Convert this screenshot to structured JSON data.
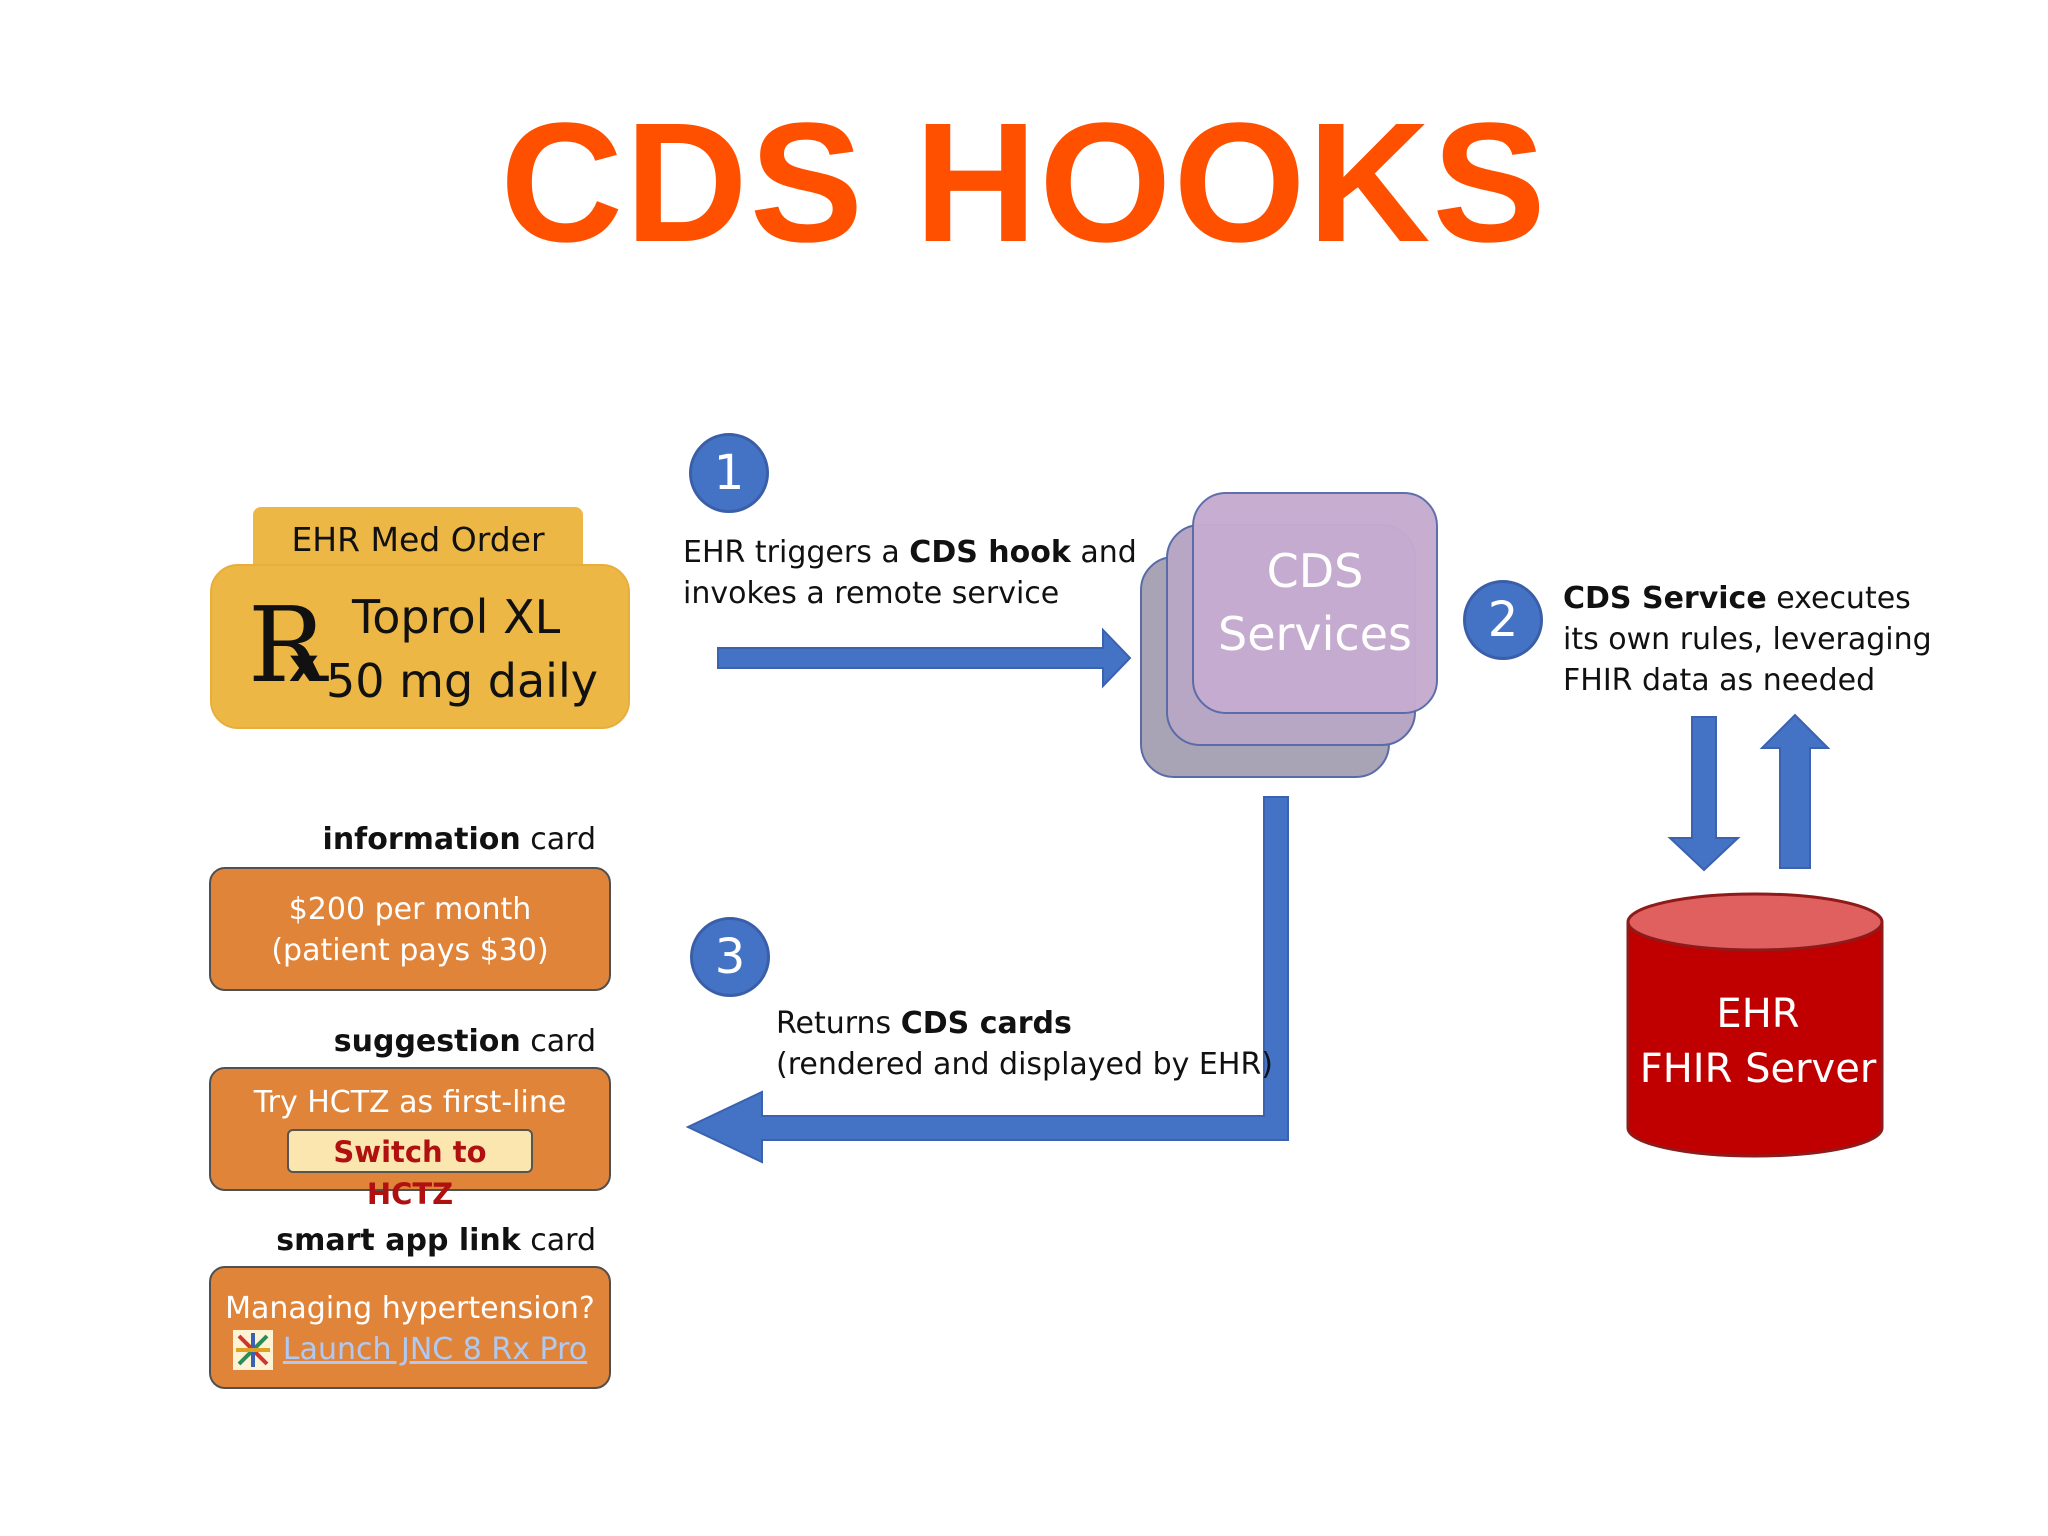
{
  "title": {
    "text": "CDS HOOKS",
    "color": "#FF5000"
  },
  "med_order": {
    "tab_label": "EHR Med Order",
    "rx_symbol": "R",
    "rx_suffix": "x",
    "drug_name": "Toprol XL",
    "drug_dose": "50 mg daily"
  },
  "steps": [
    {
      "number": "1",
      "text_a": "EHR triggers a ",
      "bold": "CDS hook",
      "text_b": " and",
      "line2": "invokes a remote service"
    },
    {
      "number": "2",
      "bold": "CDS Service",
      "text_b": " executes",
      "line2": "its own rules, leveraging",
      "line3": "FHIR data as needed"
    },
    {
      "number": "3",
      "text_a": "Returns ",
      "bold": "CDS cards",
      "line2": "(rendered and displayed by EHR)"
    }
  ],
  "cds_services": {
    "line1": "CDS",
    "line2": "Services"
  },
  "database": {
    "line1": "EHR",
    "line2": "FHIR Server"
  },
  "cards": {
    "information": {
      "heading_bold": "information",
      "heading_rest": " card",
      "line1": "$200 per month",
      "line2": "(patient pays $30)"
    },
    "suggestion": {
      "heading_bold": "suggestion",
      "heading_rest": " card",
      "line1": "Try HCTZ as first-line",
      "button_label": "Switch to HCTZ"
    },
    "smart_app_link": {
      "heading_bold": "smart app link",
      "heading_rest": " card",
      "line1": "Managing hypertension?",
      "link_text": "Launch JNC 8 Rx Pro"
    }
  },
  "colors": {
    "arrow_blue": "#4472C4",
    "badge_blue": "#4472C4",
    "med_order_yellow": "#ECB744",
    "card_orange": "#E0843A",
    "db_red": "#C00000",
    "db_top": "#E06060"
  },
  "icons": [
    "app-logo-icon"
  ]
}
